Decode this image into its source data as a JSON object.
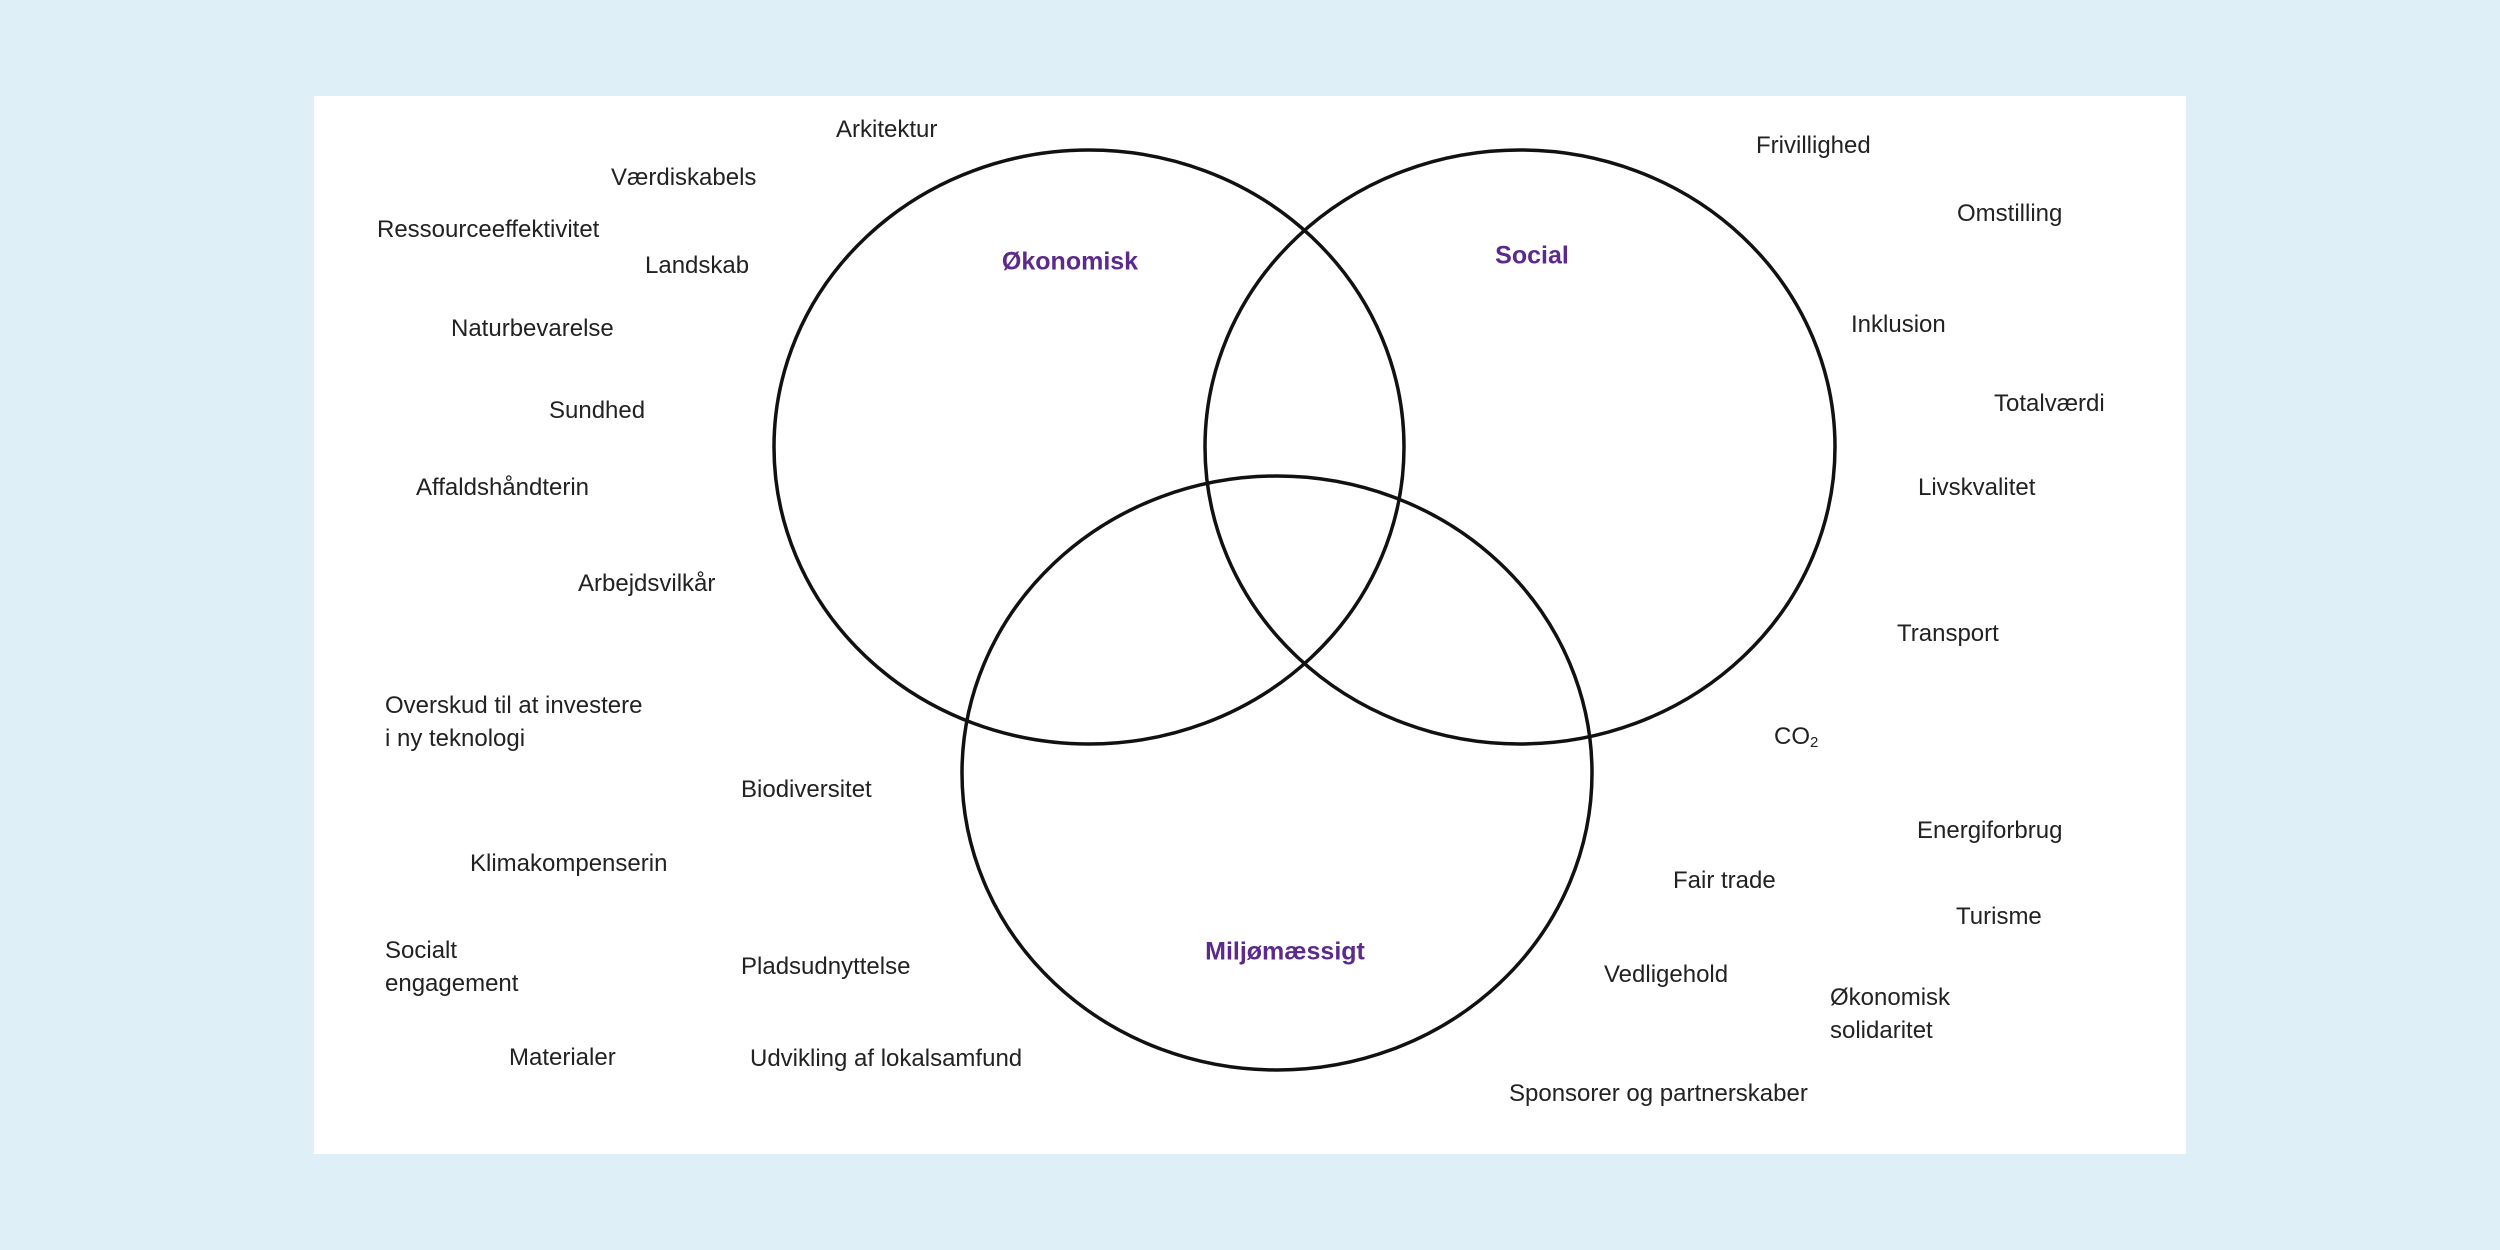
{
  "colors": {
    "page_background": "#dfeff7",
    "card": "#ffffff",
    "circle_stroke": "#111111",
    "set_label": "#5b2a8c"
  },
  "sets": {
    "economic": "Økonomisk",
    "social": "Social",
    "environmental": "Miljømæssigt"
  },
  "terms": {
    "arkitektur": "Arkitektur",
    "vaerdiskabels": "Værdiskabels",
    "ressourceeffektivitet": "Ressourceeffektivitet",
    "landskab": "Landskab",
    "naturbevarelse": "Naturbevarelse",
    "sundhed": "Sundhed",
    "affaldshaandterin": "Affaldshåndterin",
    "arbejdsvilkaar": "Arbejdsvilkår",
    "overskud_line1": "Overskud til at investere",
    "overskud_line2": "i ny teknologi",
    "biodiversitet": "Biodiversitet",
    "klimakompenserin": "Klimakompenserin",
    "socialt_line1": "Socialt",
    "socialt_line2": "engagement",
    "pladsudnyttelse": "Pladsudnyttelse",
    "materialer": "Materialer",
    "udvikling": "Udvikling af lokalsamfund",
    "frivillighed": "Frivillighed",
    "omstilling": "Omstilling",
    "inklusion": "Inklusion",
    "totalvaerdi": "Totalværdi",
    "livskvalitet": "Livskvalitet",
    "transport": "Transport",
    "co2_main": "CO",
    "co2_sub": "2",
    "energiforbrug": "Energiforbrug",
    "fair_trade": "Fair trade",
    "turisme": "Turisme",
    "vedligehold": "Vedligehold",
    "oekonomisk_line1": "Økonomisk",
    "oekonomisk_line2": "solidaritet",
    "sponsorer": "Sponsorer og partnerskaber"
  }
}
